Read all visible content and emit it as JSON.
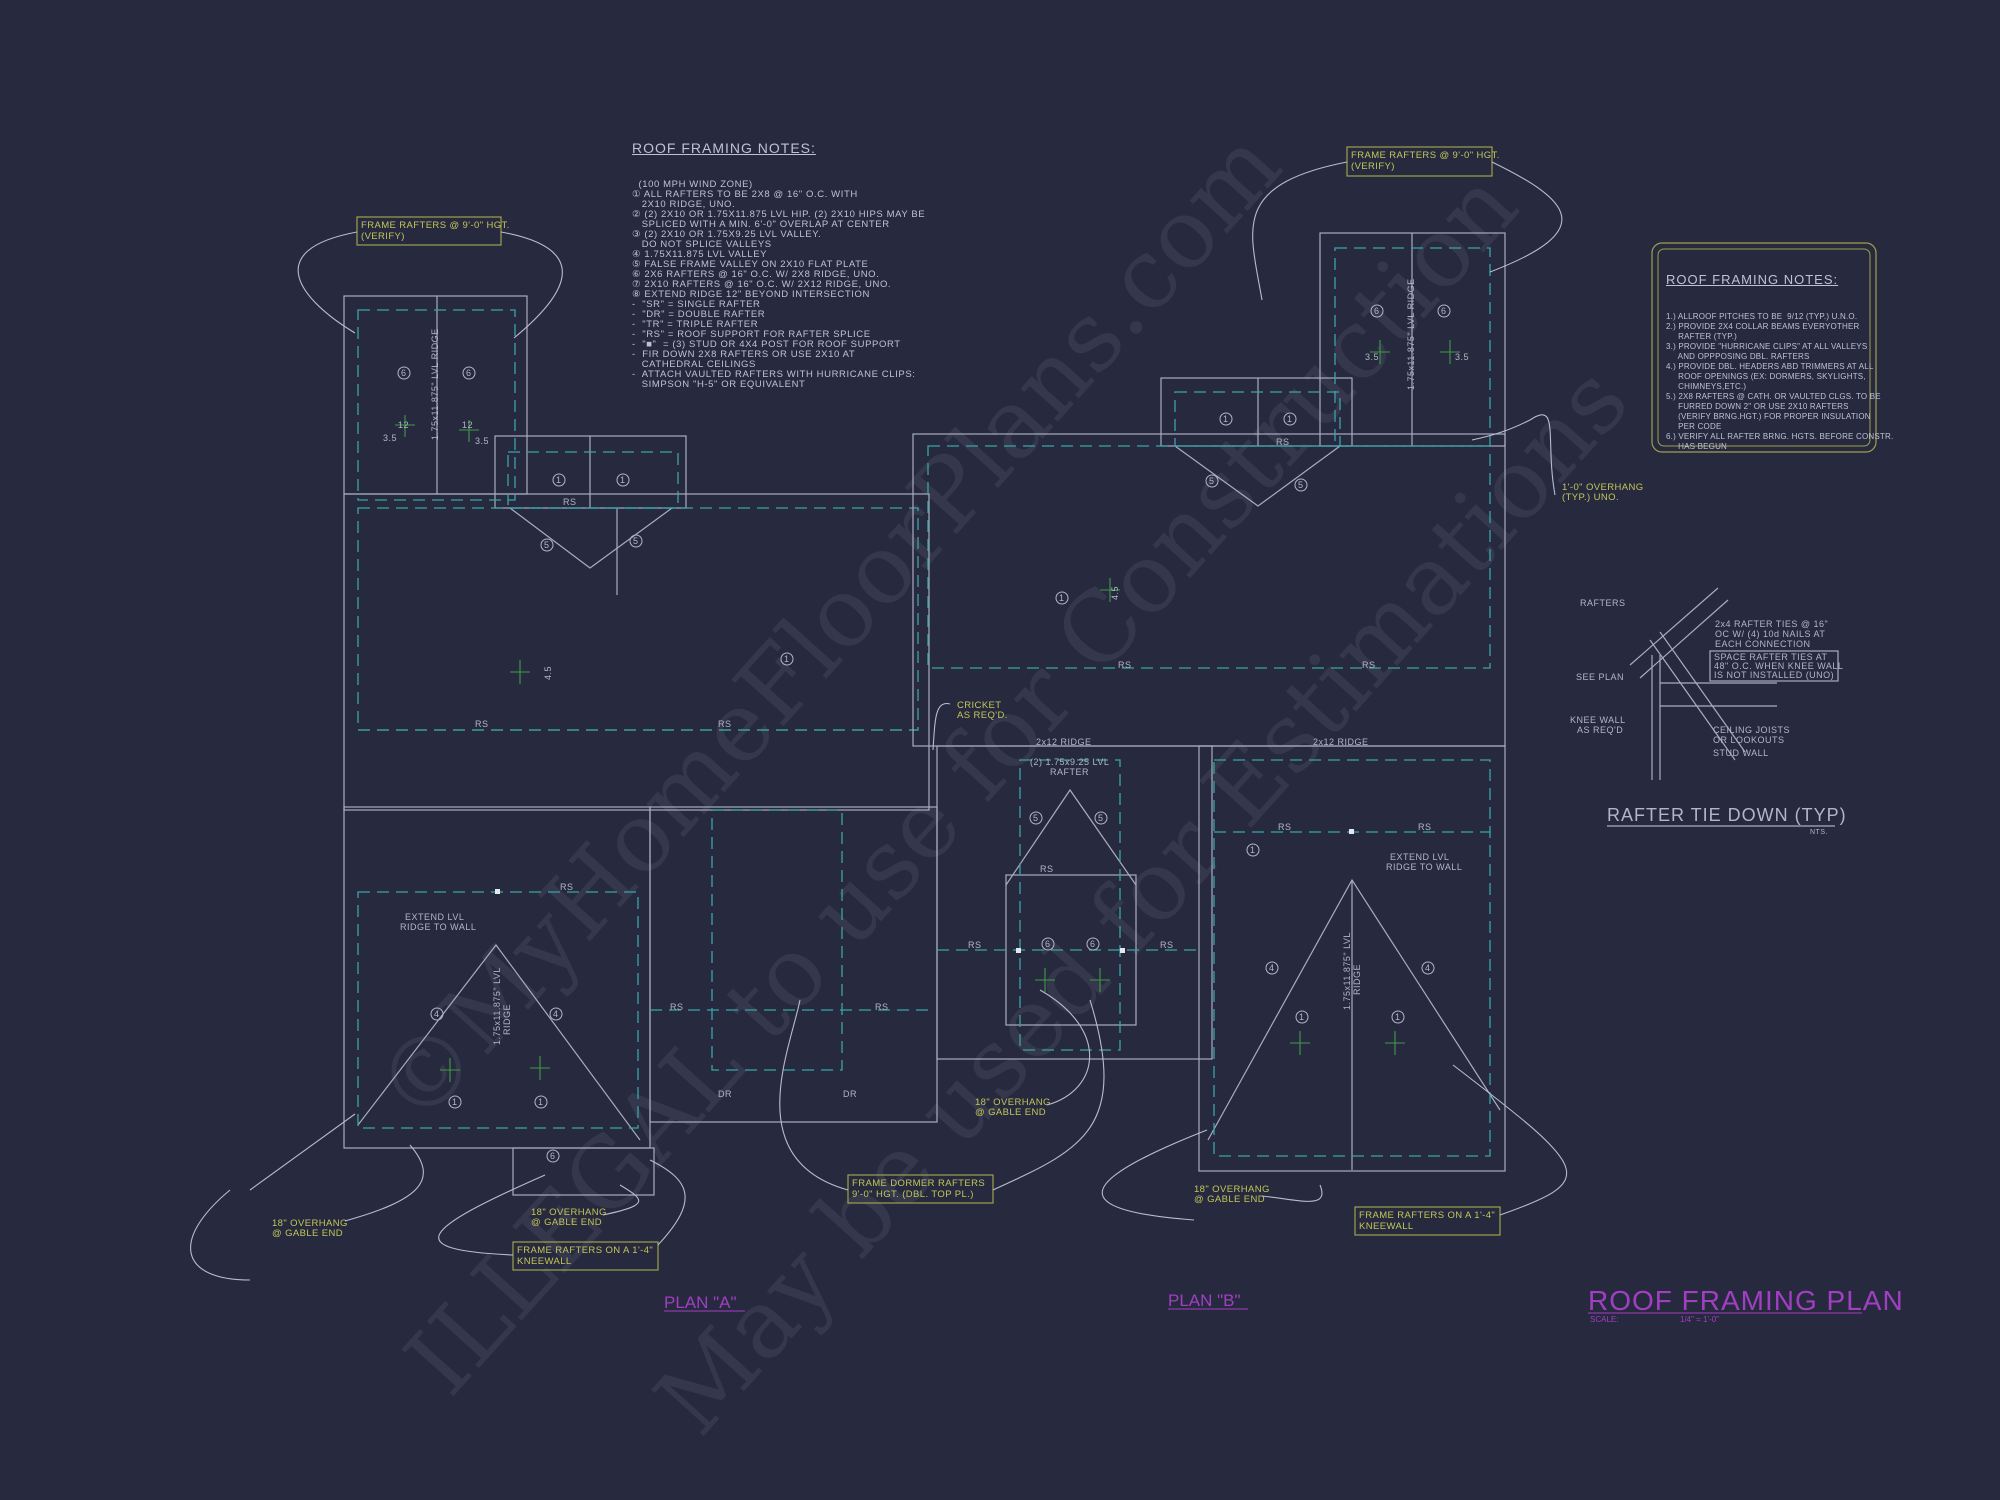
{
  "notes_a": {
    "title": "ROOF FRAMING NOTES:",
    "lines": [
      "  (100 MPH WIND ZONE)",
      "① ALL RAFTERS TO BE 2x8 @ 16\" O.C. WITH",
      "   2x10 RIDGE, UNO.",
      "② (2) 2x10 OR 1.75x11.875 LVL HIP. (2) 2x10 HIPS MAY BE",
      "   SPLICED WITH A MIN. 6'-0\" OVERLAP AT CENTER",
      "③ (2) 2x10 OR 1.75x9.25 LVL VALLEY.",
      "   DO NOT SPLICE VALLEYS",
      "④ 1.75x11.875 LVL VALLEY",
      "⑤ FALSE FRAME VALLEY ON 2x10 FLAT PLATE",
      "⑥ 2x6 RAFTERS @ 16\" O.C. W/ 2x8 RIDGE, UNO.",
      "⑦ 2x10 RAFTERS @ 16\" O.C. W/ 2x12 RIDGE, UNO.",
      "⑧ EXTEND RIDGE 12\" BEYOND INTERSECTION",
      "-  \"SR\" = SINGLE RAFTER",
      "-  \"DR\" = DOUBLE RAFTER",
      "-  \"TR\" = TRIPLE RAFTER",
      "-  \"RS\" = ROOF SUPPORT FOR RAFTER SPLICE",
      "-  \"■\"  = (3) STUD OR 4x4 POST FOR ROOF SUPPORT",
      "-  FIR DOWN 2x8 RAFTERS OR USE 2x10 AT",
      "   CATHEDRAL CEILINGS",
      "-  ATTACH VAULTED RAFTERS WITH HURRICANE CLIPS:",
      "   SIMPSON \"H-5\" OR EQUIVALENT"
    ]
  },
  "notes_b": {
    "title": "ROOF FRAMING NOTES:",
    "lines": [
      "1.) ALLROOF PITCHES TO BE  9/12 (TYP.) U.N.O.",
      "2.) PROVIDE 2x4 COLLAR BEAMS EVERYOTHER",
      "     RAFTER (TYP.)",
      "3.) PROVIDE \"HURRICANE CLIPS\" AT ALL VALLEYS",
      "     AND OPPPOSING DBL. RAFTERS",
      "4.) PROVIDE DBL. HEADERS ABD TRIMMERS AT ALL",
      "     ROOF OPENINGS (EX: DORMERS, SKYLIGHTS,",
      "     CHIMNEYS,ETC.)",
      "5.) 2x8 RAFTERS @ CATH. OR VAULTED CLGS. TO BE",
      "     FURRED DOWN 2\" OR USE 2x10 RAFTERS",
      "     (VERIFY BRNG.HGT.) FOR PROPER INSULATION",
      "     PER CODE",
      "6.) VERIFY ALL RAFTER BRNG. HGTS. BEFORE CONSTR.",
      "     HAS BEGUN"
    ]
  },
  "detail": {
    "rafters": "RAFTERS",
    "ties_1": "2x4 RAFTER TIES @ 16\"",
    "ties_2": "OC W/ (4) 10d NAILS AT",
    "ties_3": "EACH CONNECTION",
    "space_1": "SPACE RAFTER TIES AT",
    "space_2": "48\" O.C. WHEN KNEE WALL",
    "space_3": "IS NOT INSTALLED (UNO)",
    "see_plan": "SEE PLAN",
    "knee_1": "KNEE WALL",
    "knee_2": "AS REQ'D",
    "joists_1": "CEILING JOISTS",
    "joists_2": "OR LOOKOUTS",
    "stud": "STUD WALL",
    "title": "RAFTER TIE DOWN (TYP)",
    "nts": "NTS."
  },
  "title_block": {
    "title": "ROOF FRAMING PLAN",
    "scale_label": "SCALE:",
    "scale_value": "1/4\" = 1'-0\"",
    "plan_a": "PLAN \"A\"",
    "plan_b": "PLAN \"B\""
  },
  "callouts": {
    "frame_9_1": "FRAME RAFTERS @ 9'-0\" HGT.",
    "frame_9_2": "(VERIFY)",
    "overhang_1ft_1": "1'-0\" OVERHANG",
    "overhang_1ft_2": "(TYP.) UNO.",
    "cricket_1": "CRICKET",
    "cricket_2": "AS REQ'D.",
    "gable_1": "18\" OVERHANG",
    "gable_2": "@ GABLE END",
    "knee_1": "FRAME RAFTERS ON A 1'-4\"",
    "knee_2": "KNEEWALL",
    "dormer_1": "FRAME DORMER RAFTERS",
    "dormer_2": "9'-0\" HGT. (DBL. TOP PL.)"
  },
  "plan_labels": {
    "lvl_ridge": "1.75x11.875\" LVL RIDGE",
    "lvl_ridge_short": "1.75x11.875\" LVL",
    "ridge": "RIDGE",
    "rs": "RS",
    "dr": "DR",
    "ridge_2x12": "2x12 RIDGE",
    "lvl_rafter_1": "(2) 1.75x9.25 LVL",
    "lvl_rafter_2": "RAFTER",
    "extend_1": "EXTEND LVL",
    "extend_2": "RIDGE TO WALL",
    "pitch_rise_a": "12",
    "pitch_run_a": "3.5",
    "pitch_run_b": "4.5"
  },
  "markers": {
    "m1": "1",
    "m4": "4",
    "m5": "5",
    "m6": "6"
  },
  "watermark": {
    "line1": "©MyHomeFloorPlans.com",
    "line2": "ILLEGAL to use for Construction",
    "line3": "May be used for Estimations"
  },
  "colors": {
    "background": "#272a3f",
    "line": "#a9adbf",
    "dashed": "#3aa3a8",
    "callout": "#c3c657",
    "title": "#a03fc2"
  }
}
